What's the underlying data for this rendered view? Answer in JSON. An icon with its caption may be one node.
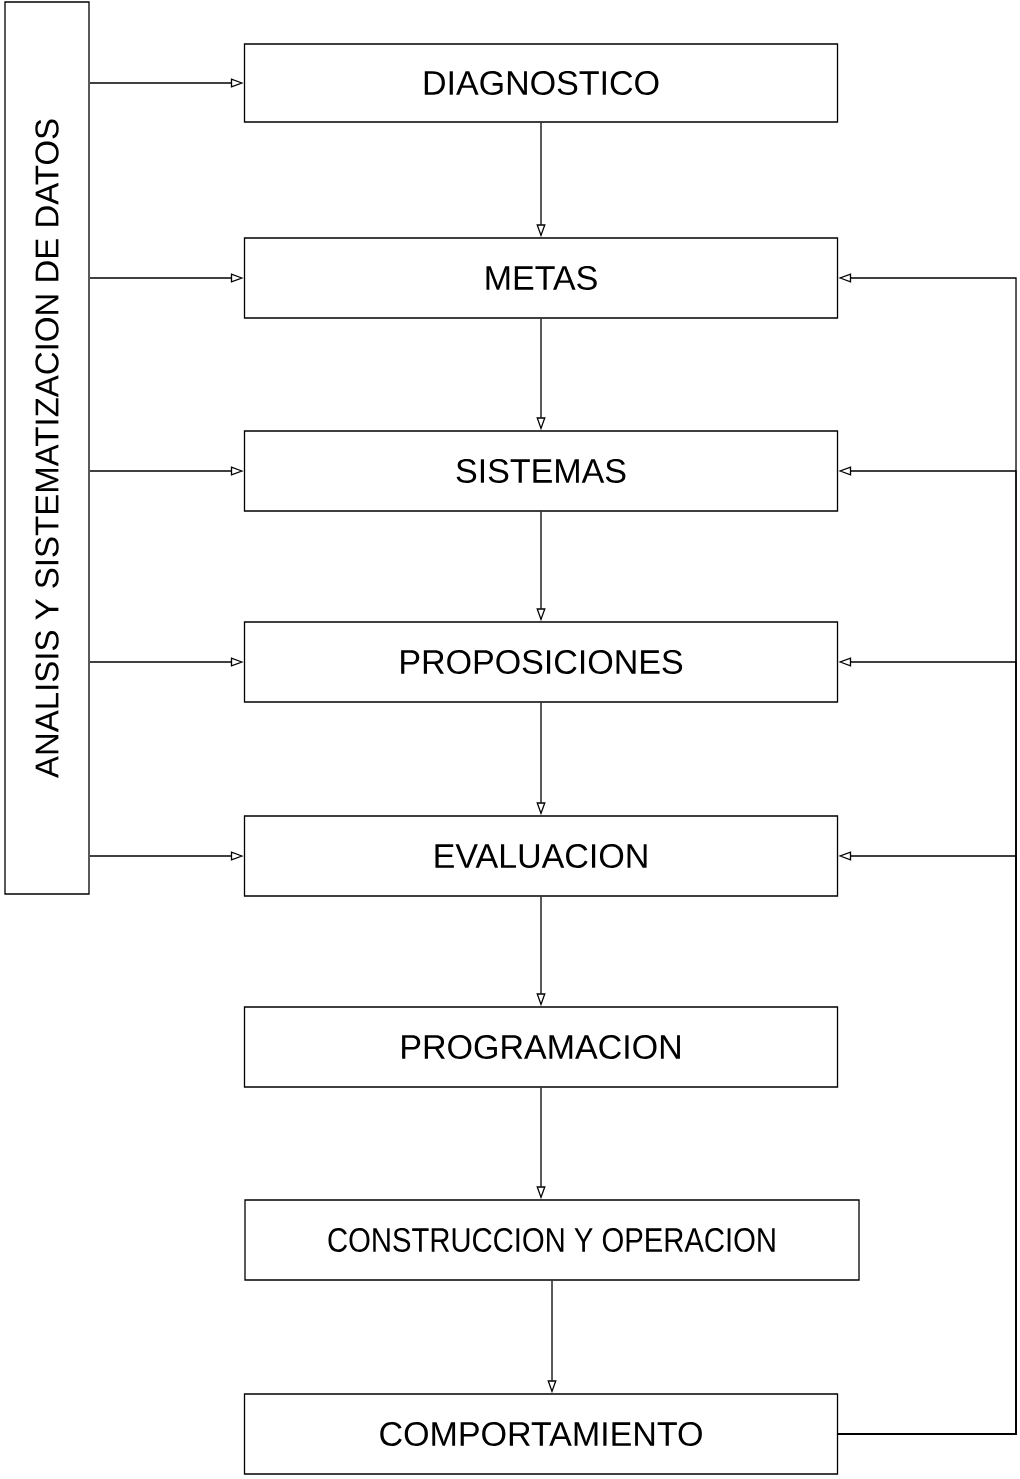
{
  "diagram": {
    "nodes": [
      {
        "text": [
          "ANALISIS Y SISTEMATIZACION DE DATOS"
        ]
      },
      {
        "text": [
          "DIAGNOSTICO"
        ]
      },
      {
        "text": [
          "METAS"
        ]
      },
      {
        "text": [
          "SISTEMAS"
        ]
      },
      {
        "text": [
          "PROPOSICIONES"
        ]
      },
      {
        "text": [
          "EVALUACION"
        ]
      },
      {
        "text": [
          "PROGRAMACION"
        ]
      },
      {
        "text": [
          "CONSTRUCCION Y OPERACION"
        ]
      },
      {
        "text": [
          "COMPORTAMIENTO"
        ]
      }
    ],
    "edges": [
      {
        "from": 0,
        "to": 1,
        "arrow": "to"
      },
      {
        "from": 0,
        "to": 2,
        "arrow": "to"
      },
      {
        "from": 0,
        "to": 3,
        "arrow": "to"
      },
      {
        "from": 0,
        "to": 4,
        "arrow": "to"
      },
      {
        "from": 0,
        "to": 5,
        "arrow": "to"
      },
      {
        "from": 1,
        "to": 2,
        "arrow": "to"
      },
      {
        "from": 2,
        "to": 3,
        "arrow": "to"
      },
      {
        "from": 3,
        "to": 4,
        "arrow": "to"
      },
      {
        "from": 4,
        "to": 5,
        "arrow": "to"
      },
      {
        "from": 5,
        "to": 6,
        "arrow": "to"
      },
      {
        "from": 6,
        "to": 7,
        "arrow": "to"
      },
      {
        "from": 7,
        "to": 8,
        "arrow": "to"
      },
      {
        "from": 8,
        "to": 2,
        "arrow": "to"
      },
      {
        "from": 8,
        "to": 3,
        "arrow": "to"
      },
      {
        "from": 8,
        "to": 4,
        "arrow": "to"
      },
      {
        "from": 8,
        "to": 5,
        "arrow": "to"
      }
    ]
  }
}
